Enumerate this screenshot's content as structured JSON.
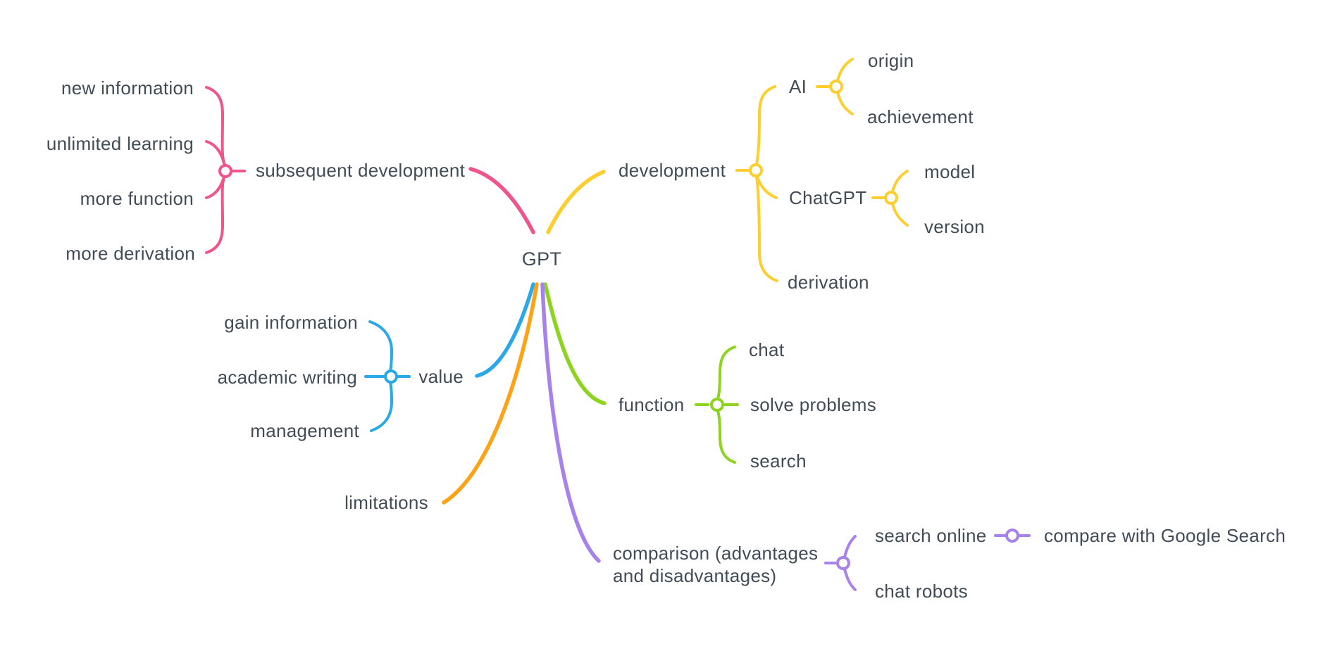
{
  "root": {
    "label": "GPT"
  },
  "colors": {
    "text": "#414C57",
    "background": "#FFFFFF"
  },
  "branches": [
    {
      "id": "subsequent-development",
      "label": "subsequent development",
      "color": "#F1538B",
      "side": "left",
      "children": [
        {
          "label": "new information"
        },
        {
          "label": "unlimited learning"
        },
        {
          "label": "more function"
        },
        {
          "label": "more derivation"
        }
      ]
    },
    {
      "id": "development",
      "label": "development",
      "color": "#FDCE2F",
      "side": "right",
      "children": [
        {
          "label": "AI",
          "children": [
            {
              "label": "origin"
            },
            {
              "label": "achievement"
            }
          ]
        },
        {
          "label": "ChatGPT",
          "children": [
            {
              "label": "model"
            },
            {
              "label": "version"
            }
          ]
        },
        {
          "label": "derivation"
        }
      ]
    },
    {
      "id": "value",
      "label": "value",
      "color": "#2BA8E8",
      "side": "left",
      "children": [
        {
          "label": "gain information"
        },
        {
          "label": "academic writing"
        },
        {
          "label": "management"
        }
      ]
    },
    {
      "id": "function",
      "label": "function",
      "color": "#8DD41E",
      "side": "right",
      "children": [
        {
          "label": "chat"
        },
        {
          "label": "solve problems"
        },
        {
          "label": "search"
        }
      ]
    },
    {
      "id": "limitations",
      "label": "limitations",
      "color": "#FFA216",
      "side": "left",
      "children": []
    },
    {
      "id": "comparison",
      "label": "comparison (advantages and disadvantages)",
      "label_lines": [
        "comparison (advantages",
        "and disadvantages)"
      ],
      "color": "#A782EC",
      "side": "right",
      "children": [
        {
          "label": "search online",
          "children": [
            {
              "label": "compare with Google Search"
            }
          ]
        },
        {
          "label": "chat robots"
        }
      ]
    }
  ]
}
